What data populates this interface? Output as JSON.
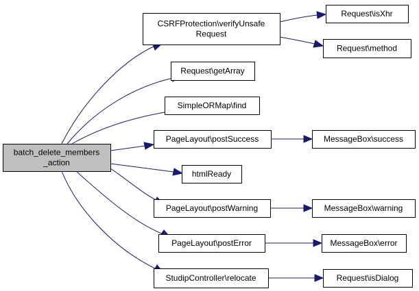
{
  "diagram": {
    "root": {
      "id": "root",
      "lines": [
        "batch_delete_members",
        "_action"
      ]
    },
    "nodes": [
      {
        "id": "csrf",
        "lines": [
          "CSRFProtection\\verifyUnsafe",
          "Request"
        ]
      },
      {
        "id": "getarray",
        "lines": [
          "Request\\getArray"
        ]
      },
      {
        "id": "find",
        "lines": [
          "SimpleORMap\\find"
        ]
      },
      {
        "id": "postsuccess",
        "lines": [
          "PageLayout\\postSuccess"
        ]
      },
      {
        "id": "htmlready",
        "lines": [
          "htmlReady"
        ]
      },
      {
        "id": "postwarning",
        "lines": [
          "PageLayout\\postWarning"
        ]
      },
      {
        "id": "posterror",
        "lines": [
          "PageLayout\\postError"
        ]
      },
      {
        "id": "relocate",
        "lines": [
          "StudipController\\relocate"
        ]
      },
      {
        "id": "isxhr",
        "lines": [
          "Request\\isXhr"
        ]
      },
      {
        "id": "method",
        "lines": [
          "Request\\method"
        ]
      },
      {
        "id": "msgsuccess",
        "lines": [
          "MessageBox\\success"
        ]
      },
      {
        "id": "msgwarning",
        "lines": [
          "MessageBox\\warning"
        ]
      },
      {
        "id": "msgerror",
        "lines": [
          "MessageBox\\error"
        ]
      },
      {
        "id": "isdialog",
        "lines": [
          "Request\\isDialog"
        ]
      }
    ],
    "edges": [
      {
        "from": "root",
        "to": "csrf"
      },
      {
        "from": "root",
        "to": "getarray"
      },
      {
        "from": "root",
        "to": "find"
      },
      {
        "from": "root",
        "to": "postsuccess"
      },
      {
        "from": "root",
        "to": "htmlready"
      },
      {
        "from": "root",
        "to": "postwarning"
      },
      {
        "from": "root",
        "to": "posterror"
      },
      {
        "from": "root",
        "to": "relocate"
      },
      {
        "from": "csrf",
        "to": "isxhr"
      },
      {
        "from": "csrf",
        "to": "method"
      },
      {
        "from": "postsuccess",
        "to": "msgsuccess"
      },
      {
        "from": "postwarning",
        "to": "msgwarning"
      },
      {
        "from": "posterror",
        "to": "msgerror"
      },
      {
        "from": "relocate",
        "to": "isdialog"
      }
    ],
    "colors": {
      "edge": "#191970",
      "root_fill": "#bfbfbf",
      "node_fill": "#ffffff",
      "border": "#000000"
    }
  }
}
